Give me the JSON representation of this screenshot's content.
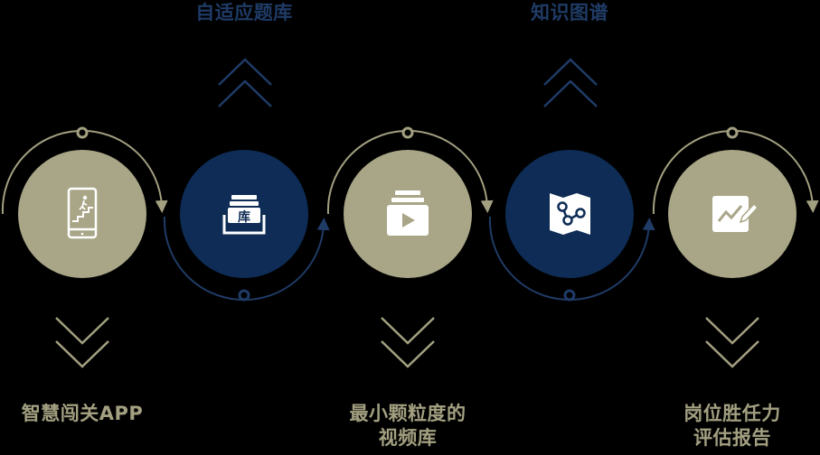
{
  "colors": {
    "background": "#000000",
    "khaki": "#a9a687",
    "navy": "#0e2c55",
    "khaki_line": "#a3a081",
    "navy_line": "#1f3b66",
    "icon": "#ffffff"
  },
  "labels": {
    "adaptive_question_bank": "自适应题库",
    "knowledge_graph": "知识图谱",
    "smart_levels_app": "智慧闯关APP",
    "micro_video_line1": "最小颗粒度的",
    "micro_video_line2": "视频库",
    "competency_line1": "岗位胜任力",
    "competency_line2": "评估报告"
  },
  "nodes": [
    {
      "id": "smart-levels-app",
      "color": "khaki",
      "icon": "phone-stairs-icon"
    },
    {
      "id": "adaptive-question-bank",
      "color": "navy",
      "icon": "library-tray-icon"
    },
    {
      "id": "micro-video-library",
      "color": "khaki",
      "icon": "video-library-icon"
    },
    {
      "id": "knowledge-graph",
      "color": "navy",
      "icon": "graph-map-icon"
    },
    {
      "id": "competency-report",
      "color": "khaki",
      "icon": "edit-chart-icon"
    }
  ],
  "icon_glyphs": {
    "library_tray_char": "库"
  }
}
